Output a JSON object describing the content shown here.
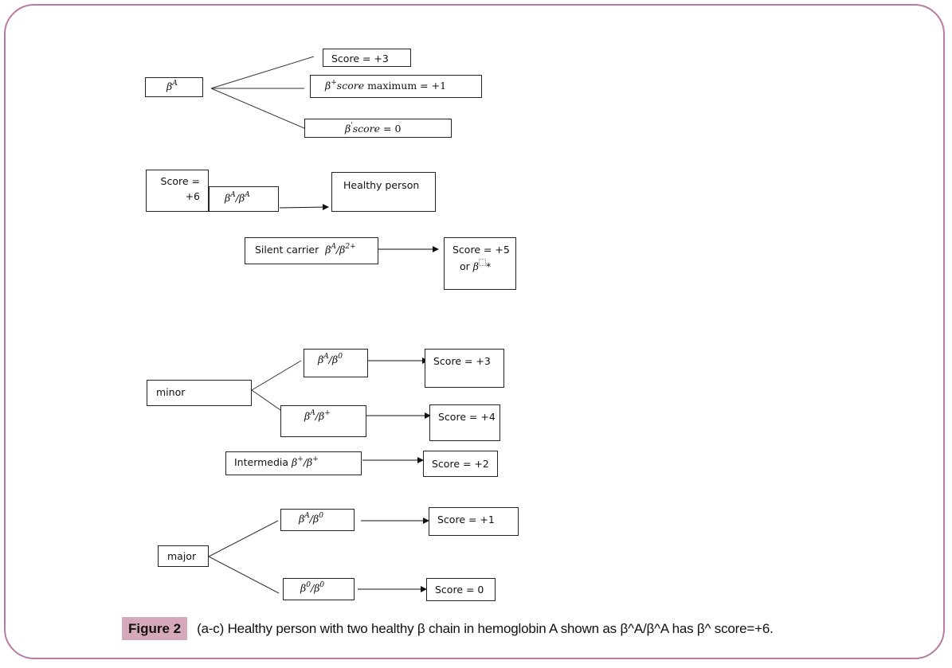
{
  "colors": {
    "frame": "#b87aa0",
    "figure_label_bg": "#d6a8bc"
  },
  "panel_a": {
    "root": "β^A",
    "root_sup": "A",
    "branches": [
      {
        "text": "Score = +3"
      },
      {
        "beta": "β",
        "sup": "+",
        "score_word": "score",
        "rest": " maximum  =  +1"
      },
      {
        "beta": "β",
        "sup": "'",
        "score_word": "score",
        "rest": " = 0"
      }
    ]
  },
  "panel_b": {
    "score_line1": "Score =",
    "score_line2": "+6",
    "genotype_sup1": "A",
    "genotype_sup2": "A",
    "result": "Healthy  person",
    "carrier_label": "Silent carrier",
    "carrier_sup1": "A",
    "carrier_sup2": "2+",
    "carrier_score_line1": "Score = +5",
    "carrier_score_line2": "or",
    "carrier_score_suffix": "*"
  },
  "panel_c": {
    "minor_label": "minor",
    "minor_branches": [
      {
        "sup1": "A",
        "sup2": "0",
        "score": "Score = +3"
      },
      {
        "sup1": "A",
        "sup2": "+",
        "score": "Score = +4"
      }
    ],
    "intermedia_label": "Intermedia",
    "intermedia_sup1": "+",
    "intermedia_sup2": "+",
    "intermedia_score": "Score = +2",
    "major_label": "major",
    "major_branches": [
      {
        "sup1": "A",
        "sup2": "0",
        "score": "Score = +1"
      },
      {
        "sup1": "0",
        "sup2": "0",
        "score": "Score = 0"
      }
    ]
  },
  "beta": "β",
  "slash": "/",
  "caption": {
    "label": "Figure 2",
    "text": "(a-c) Healthy person with two healthy β chain in hemoglobin A shown as β^A/β^A has β^ score=+6."
  }
}
